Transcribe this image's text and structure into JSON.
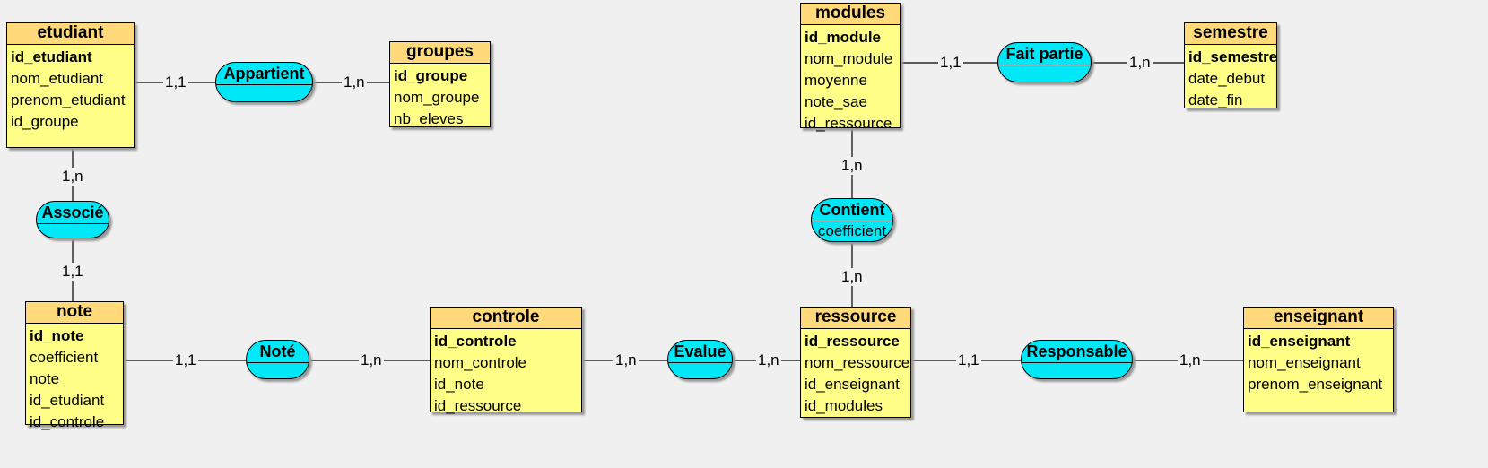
{
  "entities": {
    "etudiant": {
      "name": "etudiant",
      "attributes": [
        "id_etudiant",
        "nom_etudiant",
        "prenom_etudiant",
        "id_groupe"
      ]
    },
    "groupes": {
      "name": "groupes",
      "attributes": [
        "id_groupe",
        "nom_groupe",
        "nb_eleves"
      ]
    },
    "modules": {
      "name": "modules",
      "attributes": [
        "id_module",
        "nom_module",
        "moyenne",
        "note_sae",
        "id_ressource"
      ]
    },
    "semestre": {
      "name": "semestre",
      "attributes": [
        "id_semestre",
        "date_debut",
        "date_fin"
      ]
    },
    "note": {
      "name": "note",
      "attributes": [
        "id_note",
        "coefficient",
        "note",
        "id_etudiant",
        "id_controle"
      ]
    },
    "controle": {
      "name": "controle",
      "attributes": [
        "id_controle",
        "nom_controle",
        "id_note",
        "id_ressource"
      ]
    },
    "ressource": {
      "name": "ressource",
      "attributes": [
        "id_ressource",
        "nom_ressource",
        "id_enseignant",
        "id_modules"
      ]
    },
    "enseignant": {
      "name": "enseignant",
      "attributes": [
        "id_enseignant",
        "nom_enseignant",
        "prenom_enseignant"
      ]
    }
  },
  "relations": {
    "appartient": {
      "name": "Appartient",
      "attributes": []
    },
    "fait_partie": {
      "name": "Fait partie",
      "attributes": []
    },
    "associe": {
      "name": "Associé",
      "attributes": []
    },
    "contient": {
      "name": "Contient",
      "attributes": [
        "coefficient"
      ]
    },
    "note_rel": {
      "name": "Noté",
      "attributes": []
    },
    "evalue": {
      "name": "Evalue",
      "attributes": []
    },
    "responsable": {
      "name": "Responsable",
      "attributes": []
    }
  },
  "cardinalities": {
    "etudiant_appartient": "1,1",
    "groupes_appartient": "1,n",
    "modules_fait_partie": "1,1",
    "semestre_fait_partie": "1,n",
    "etudiant_associe": "1,n",
    "note_associe": "1,1",
    "modules_contient": "1,n",
    "ressource_contient": "1,n",
    "note_note_rel": "1,1",
    "controle_note_rel": "1,n",
    "controle_evalue": "1,n",
    "ressource_evalue": "1,n",
    "ressource_responsable": "1,1",
    "enseignant_responsable": "1,n"
  },
  "colors": {
    "entity_fill": "#ffff88",
    "entity_header": "#ffd97a",
    "relation_fill": "#00e8f8",
    "background": "#f0f0f0"
  }
}
